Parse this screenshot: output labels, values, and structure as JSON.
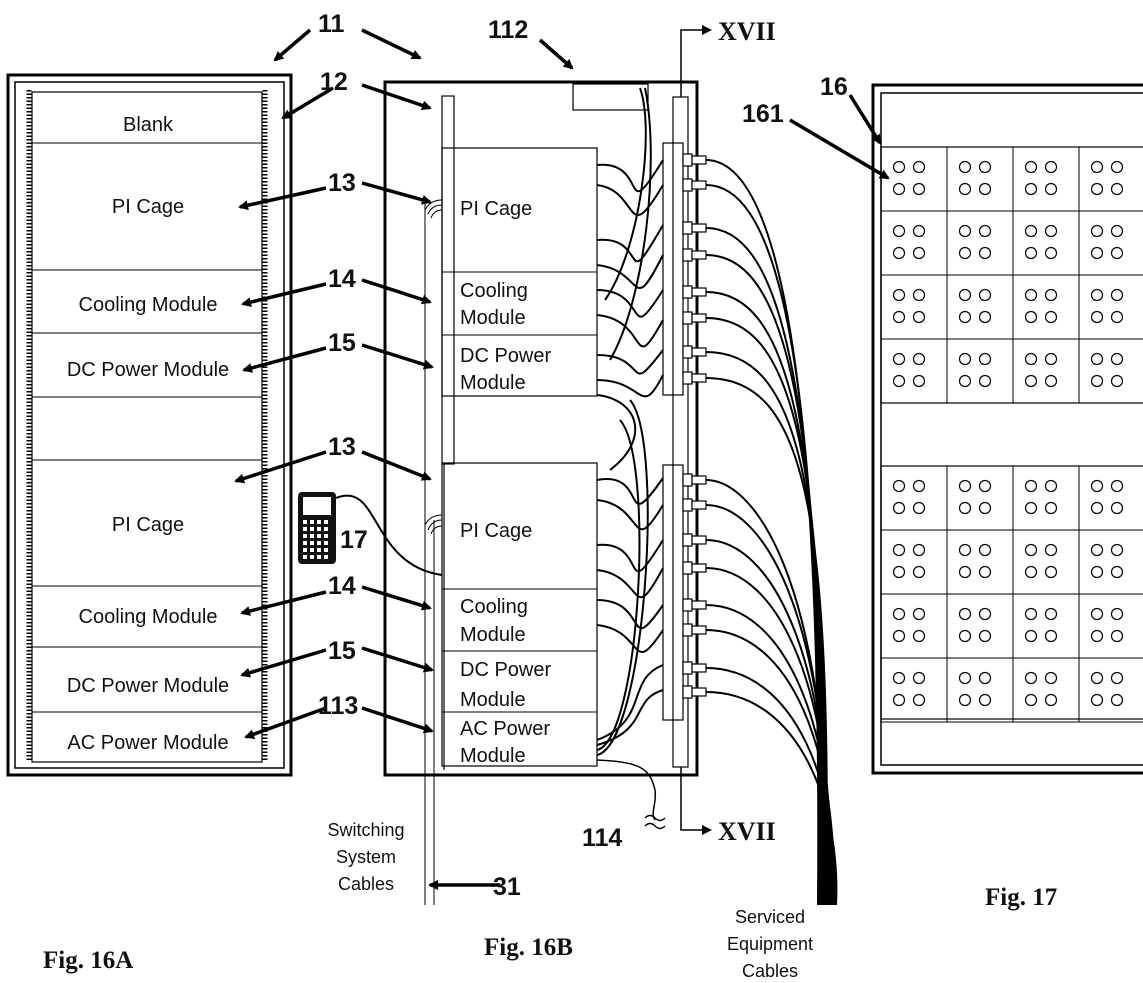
{
  "figures": {
    "fig16a": "Fig. 16A",
    "fig16b": "Fig. 16B",
    "fig17": "Fig. 17"
  },
  "refs": {
    "r11": "11",
    "r12": "12",
    "r112": "112",
    "r13a": "13",
    "r14a": "14",
    "r15a": "15",
    "r13b": "13",
    "r14b": "14",
    "r15b": "15",
    "r113": "113",
    "r17": "17",
    "r114": "114",
    "r31": "31",
    "r16": "16",
    "r161": "161",
    "xvii_top": "XVII",
    "xvii_bottom": "XVII"
  },
  "fig16a_modules": {
    "blank": "Blank",
    "pi1": "PI Cage",
    "cool1": "Cooling Module",
    "dc1": "DC Power Module",
    "pi2": "PI Cage",
    "cool2": "Cooling Module",
    "dc2": "DC Power Module",
    "ac": "AC Power Module"
  },
  "fig16b_modules": {
    "pi1": "PI Cage",
    "cool1_l1": "Cooling",
    "cool1_l2": "Module",
    "dc1_l1": "DC Power",
    "dc1_l2": "Module",
    "pi2": "PI Cage",
    "cool2_l1": "Cooling",
    "cool2_l2": "Module",
    "dc2_l1": "DC Power",
    "dc2_l2": "Module",
    "ac_l1": "AC Power",
    "ac_l2": "Module"
  },
  "captions": {
    "switching_l1": "Switching",
    "switching_l2": "System",
    "switching_l3": "Cables",
    "serviced_l1": "Serviced",
    "serviced_l2": "Equipment",
    "serviced_l3": "Cables"
  }
}
